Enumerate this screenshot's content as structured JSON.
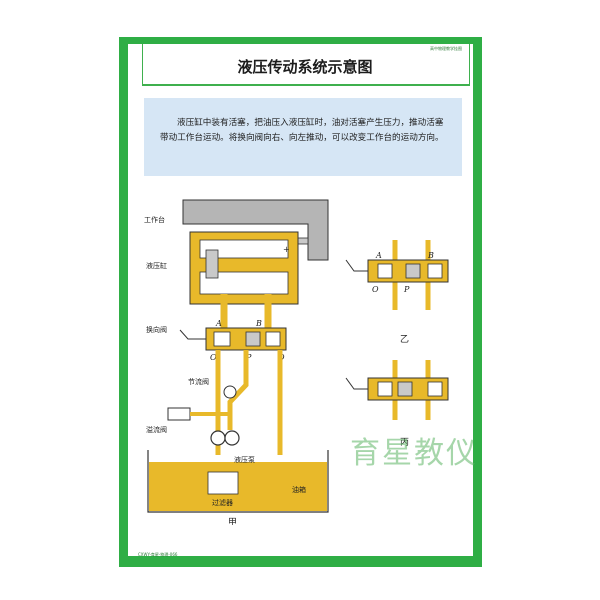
{
  "title": "液压传动系统示意图",
  "header_small_text": "高中物理教学挂图",
  "footer_small_text": "CXWY-育星-物理-066",
  "description": "液压缸中装有活塞，把油压入液压缸时，油对活塞产生压力，推动活塞带动工作台运动。将换向阀向右、向左推动，可以改变工作台的运动方向。",
  "labels": {
    "worktable": "工作台",
    "cylinder": "液压缸",
    "reversing_valve": "换向阀",
    "throttle_valve": "节流阀",
    "relief_valve": "溢流阀",
    "pump": "液压泵",
    "filter": "过滤器",
    "tank": "油箱",
    "port_a": "A",
    "port_b": "B",
    "port_o": "O",
    "port_p": "P",
    "fig_a": "甲",
    "fig_b": "乙",
    "fig_c": "丙"
  },
  "watermark": "育星教仪",
  "colors": {
    "board_green": "#2fae45",
    "oil_yellow": "#e8b92a",
    "desc_bg": "#d6e6f5",
    "steel_gray": "#c9c9c9",
    "watermark_green": "#5cb464"
  }
}
